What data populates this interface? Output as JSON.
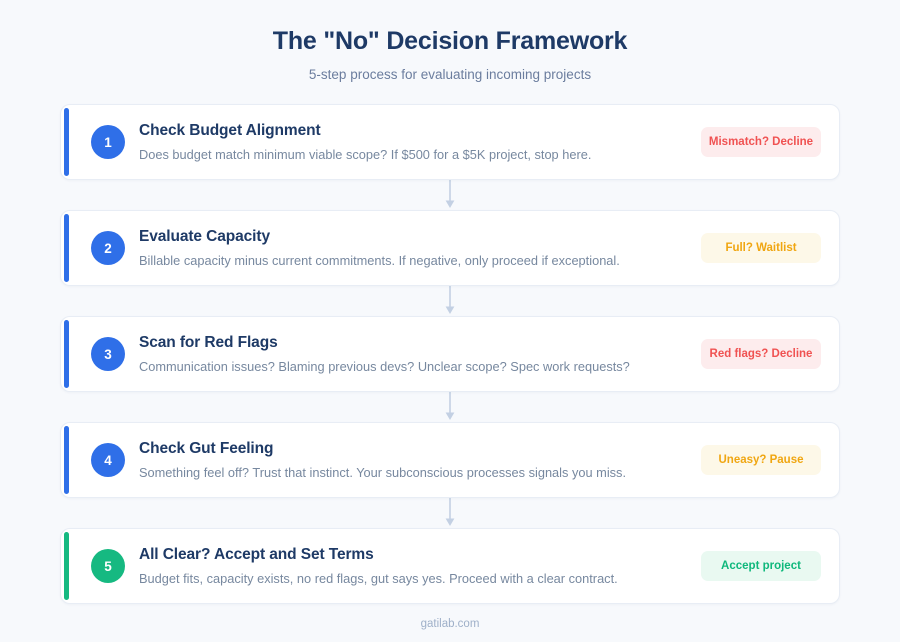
{
  "header": {
    "title": "The \"No\" Decision Framework",
    "subtitle": "5-step process for evaluating incoming projects"
  },
  "colors": {
    "background": "#f7f9fc",
    "card_background": "#ffffff",
    "title_navy": "#1e3a66",
    "body_gray": "#77889f",
    "accent_blue": "#2f6fe8",
    "accent_green": "#16b981",
    "pill_red_text": "#f05252",
    "pill_red_bg": "#fdeced",
    "pill_amber_text": "#f0a611",
    "pill_amber_bg": "#fdf8e8",
    "pill_green_text": "#0fb87c",
    "pill_green_bg": "#e9f9f1",
    "connector": "#c3d0e3"
  },
  "steps": [
    {
      "number": "1",
      "title": "Check Budget Alignment",
      "description": "Does budget match minimum viable scope? If $500 for a $5K project, stop here.",
      "pill_label": "Mismatch? Decline",
      "accent_color": "#2f6fe8",
      "badge_color": "#2f6fe8",
      "pill_text_color": "#f05252",
      "pill_bg_color": "#fdeced"
    },
    {
      "number": "2",
      "title": "Evaluate Capacity",
      "description": "Billable capacity minus current commitments. If negative, only proceed if exceptional.",
      "pill_label": "Full? Waitlist",
      "accent_color": "#2f6fe8",
      "badge_color": "#2f6fe8",
      "pill_text_color": "#f0a611",
      "pill_bg_color": "#fdf8e8"
    },
    {
      "number": "3",
      "title": "Scan for Red Flags",
      "description": "Communication issues? Blaming previous devs? Unclear scope? Spec work requests?",
      "pill_label": "Red flags? Decline",
      "accent_color": "#2f6fe8",
      "badge_color": "#2f6fe8",
      "pill_text_color": "#f05252",
      "pill_bg_color": "#fdeced"
    },
    {
      "number": "4",
      "title": "Check Gut Feeling",
      "description": "Something feel off? Trust that instinct. Your subconscious processes signals you miss.",
      "pill_label": "Uneasy? Pause",
      "accent_color": "#2f6fe8",
      "badge_color": "#2f6fe8",
      "pill_text_color": "#f0a611",
      "pill_bg_color": "#fdf8e8"
    },
    {
      "number": "5",
      "title": "All Clear? Accept and Set Terms",
      "description": "Budget fits, capacity exists, no red flags, gut says yes. Proceed with a clear contract.",
      "pill_label": "Accept project",
      "accent_color": "#16b981",
      "badge_color": "#16b981",
      "pill_text_color": "#0fb87c",
      "pill_bg_color": "#e9f9f1"
    }
  ],
  "footer": {
    "label": "gatilab.com"
  }
}
